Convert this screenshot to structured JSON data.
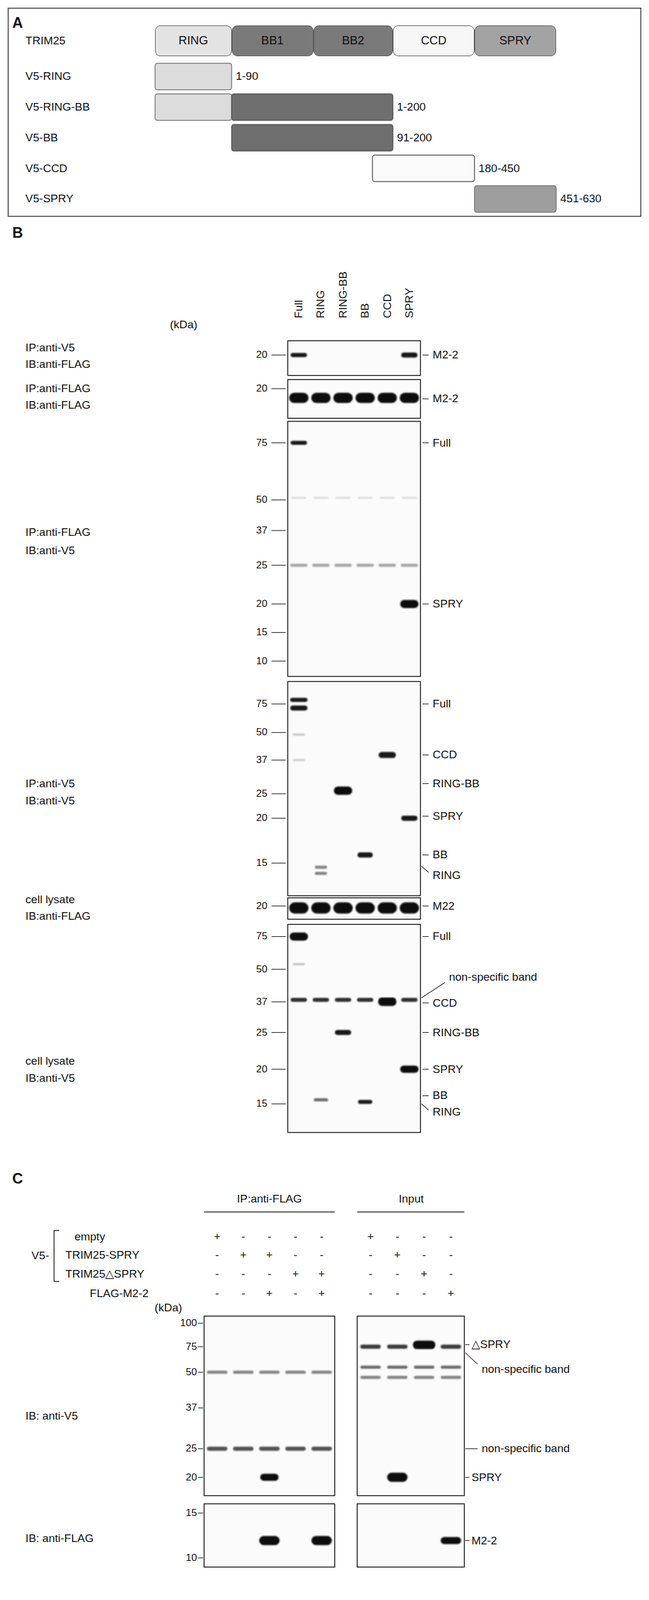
{
  "diagram": {
    "nodes": [
      {
        "text": [
          "RING"
        ]
      },
      {
        "text": [
          "BB1"
        ]
      },
      {
        "text": [
          "BB2"
        ]
      },
      {
        "text": [
          "CCD"
        ]
      },
      {
        "text": [
          "SPRY"
        ]
      }
    ],
    "labels": [
      "A",
      "TRIM25",
      "V5-RING",
      "1-90",
      "V5-RING-BB",
      "1-200",
      "V5-BB",
      "91-200",
      "V5-CCD",
      "180-450",
      "V5-SPRY",
      "451-630",
      "B",
      "Full",
      "RING",
      "RING-BB",
      "BB",
      "CCD",
      "SPRY",
      "(kDa)",
      "IP:anti-V5",
      "IB:anti-FLAG",
      "20",
      "M2-2",
      "IP:anti-FLAG",
      "IB:anti-FLAG",
      "20",
      "M2-2",
      "75",
      "50",
      "37",
      "25",
      "20",
      "15",
      "10",
      "IP:anti-FLAG",
      "IB:anti-V5",
      "Full",
      "SPRY",
      "75",
      "50",
      "37",
      "25",
      "20",
      "15",
      "IP:anti-V5",
      "IB:anti-V5",
      "Full",
      "CCD",
      "RING-BB",
      "SPRY",
      "BB",
      "RING",
      "cell lysate",
      "IB:anti-FLAG",
      "20",
      "M22",
      "75",
      "50",
      "37",
      "25",
      "20",
      "15",
      "cell lysate",
      "IB:anti-V5",
      "Full",
      "non-specific band",
      "CCD",
      "RING-BB",
      "SPRY",
      "BB",
      "RING",
      "C",
      "IP:anti-FLAG",
      "Input",
      "V5-",
      "empty",
      "TRIM25-SPRY",
      "TRIM25△SPRY",
      "FLAG-M2-2",
      "+",
      "-",
      "-",
      "-",
      "-",
      "+",
      "-",
      "-",
      "-",
      "-",
      "+",
      "+",
      "-",
      "-",
      "-",
      "+",
      "-",
      "-",
      "-",
      "-",
      "-",
      "+",
      "+",
      "-",
      "-",
      "+",
      "-",
      "-",
      "-",
      "+",
      "-",
      "+",
      "-",
      "-",
      "-",
      "+",
      "(kDa)",
      "100",
      "75",
      "50",
      "37",
      "25",
      "20",
      "IB: anti-V5",
      "△SPRY",
      "non-specific band",
      "non-specific band",
      "SPRY",
      "15",
      "10",
      "IB: anti-FLAG",
      "M2-2"
    ]
  }
}
